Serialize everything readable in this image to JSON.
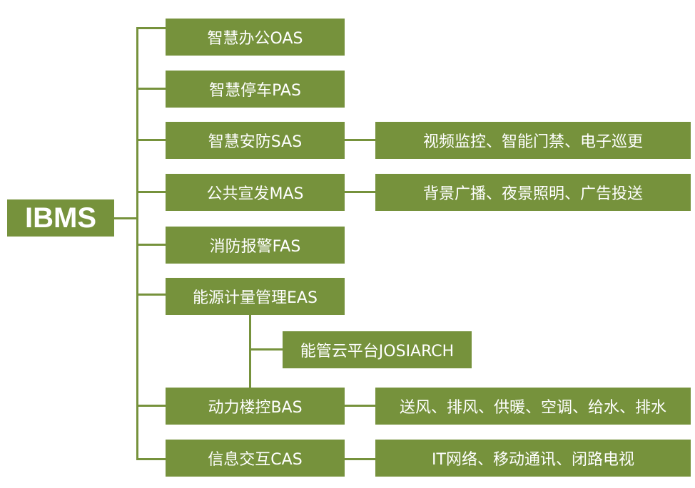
{
  "root": {
    "label": "IBMS"
  },
  "subsystems": [
    {
      "label": "智慧办公OAS"
    },
    {
      "label": "智慧停车PAS"
    },
    {
      "label": "智慧安防SAS",
      "detail": "视频监控、智能门禁、电子巡更"
    },
    {
      "label": "公共宣发MAS",
      "detail": "背景广播、夜景照明、广告投送"
    },
    {
      "label": "消防报警FAS"
    },
    {
      "label": "能源计量管理EAS"
    },
    {
      "label": "动力楼控BAS",
      "detail": "送风、排风、供暖、空调、给水、排水"
    },
    {
      "label": "信息交互CAS",
      "detail": "IT网络、移动通讯、闭路电视"
    }
  ],
  "platform": {
    "label": "能管云平台JOSIARCH"
  },
  "colors": {
    "box": "#76923c",
    "text": "#ffffff"
  }
}
